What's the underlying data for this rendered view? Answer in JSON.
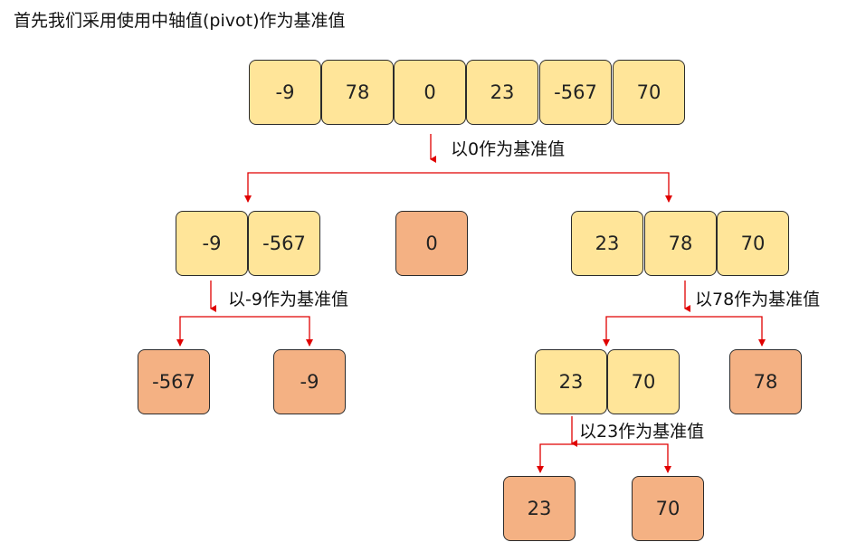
{
  "title": "首先我们采用使用中轴值(pivot)作为基准值",
  "level0": {
    "values": [
      "-9",
      "78",
      "0",
      "23",
      "-567",
      "70"
    ],
    "label": "以0作为基准值"
  },
  "level1": {
    "left": {
      "values": [
        "-9",
        "-567"
      ],
      "label": "以-9作为基准值"
    },
    "pivot": "0",
    "right": {
      "values": [
        "23",
        "78",
        "70"
      ],
      "label": "以78作为基准值"
    }
  },
  "level2": {
    "left_a": "-567",
    "left_b": "-9",
    "right_group": {
      "values": [
        "23",
        "70"
      ],
      "label": "以23作为基准值"
    },
    "right_pivot": "78"
  },
  "level3": {
    "a": "23",
    "b": "70"
  },
  "colors": {
    "unsorted": "#ffe599",
    "sorted": "#f4b183",
    "arrow": "#e00000"
  }
}
